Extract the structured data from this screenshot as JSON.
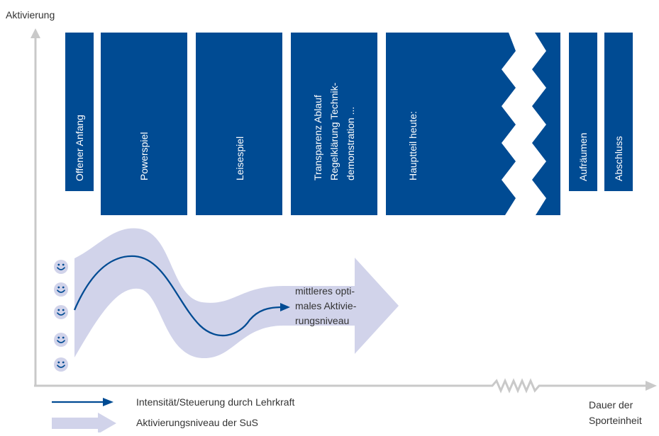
{
  "axes": {
    "y_label": "Aktivierung",
    "x_label_line1": "Dauer der",
    "x_label_line2": "Sporteinheit"
  },
  "phases": [
    {
      "lines": [
        "Offener Anfang"
      ]
    },
    {
      "lines": [
        "Powerspiel"
      ]
    },
    {
      "lines": [
        "Leisespiel"
      ]
    },
    {
      "lines": [
        "Transparenz Ablauf",
        "Regelklärung Technik-",
        "demonstration ..."
      ]
    },
    {
      "lines": [
        "Hauptteil heute:"
      ]
    },
    {
      "lines": [
        "Aufräumen"
      ]
    },
    {
      "lines": [
        "Abschluss"
      ]
    }
  ],
  "curve_label": {
    "line1": "mittleres opti-",
    "line2": "males Aktivie-",
    "line3": "rungsniveau"
  },
  "legend": {
    "arrow_label": "Intensität/Steuerung durch Lehrkraft",
    "band_label": "Aktivierungsniveau der SuS"
  },
  "smileys": {
    "count": 5,
    "icon": "smiley-icon"
  },
  "colors": {
    "phase_block": "#004b93",
    "arrow_line": "#004b93",
    "band": "#d1d3ea",
    "axis": "#c9c9c9",
    "text": "#333333",
    "smiley_bg": "#d1d3ea",
    "smiley_face": "#004b93"
  }
}
